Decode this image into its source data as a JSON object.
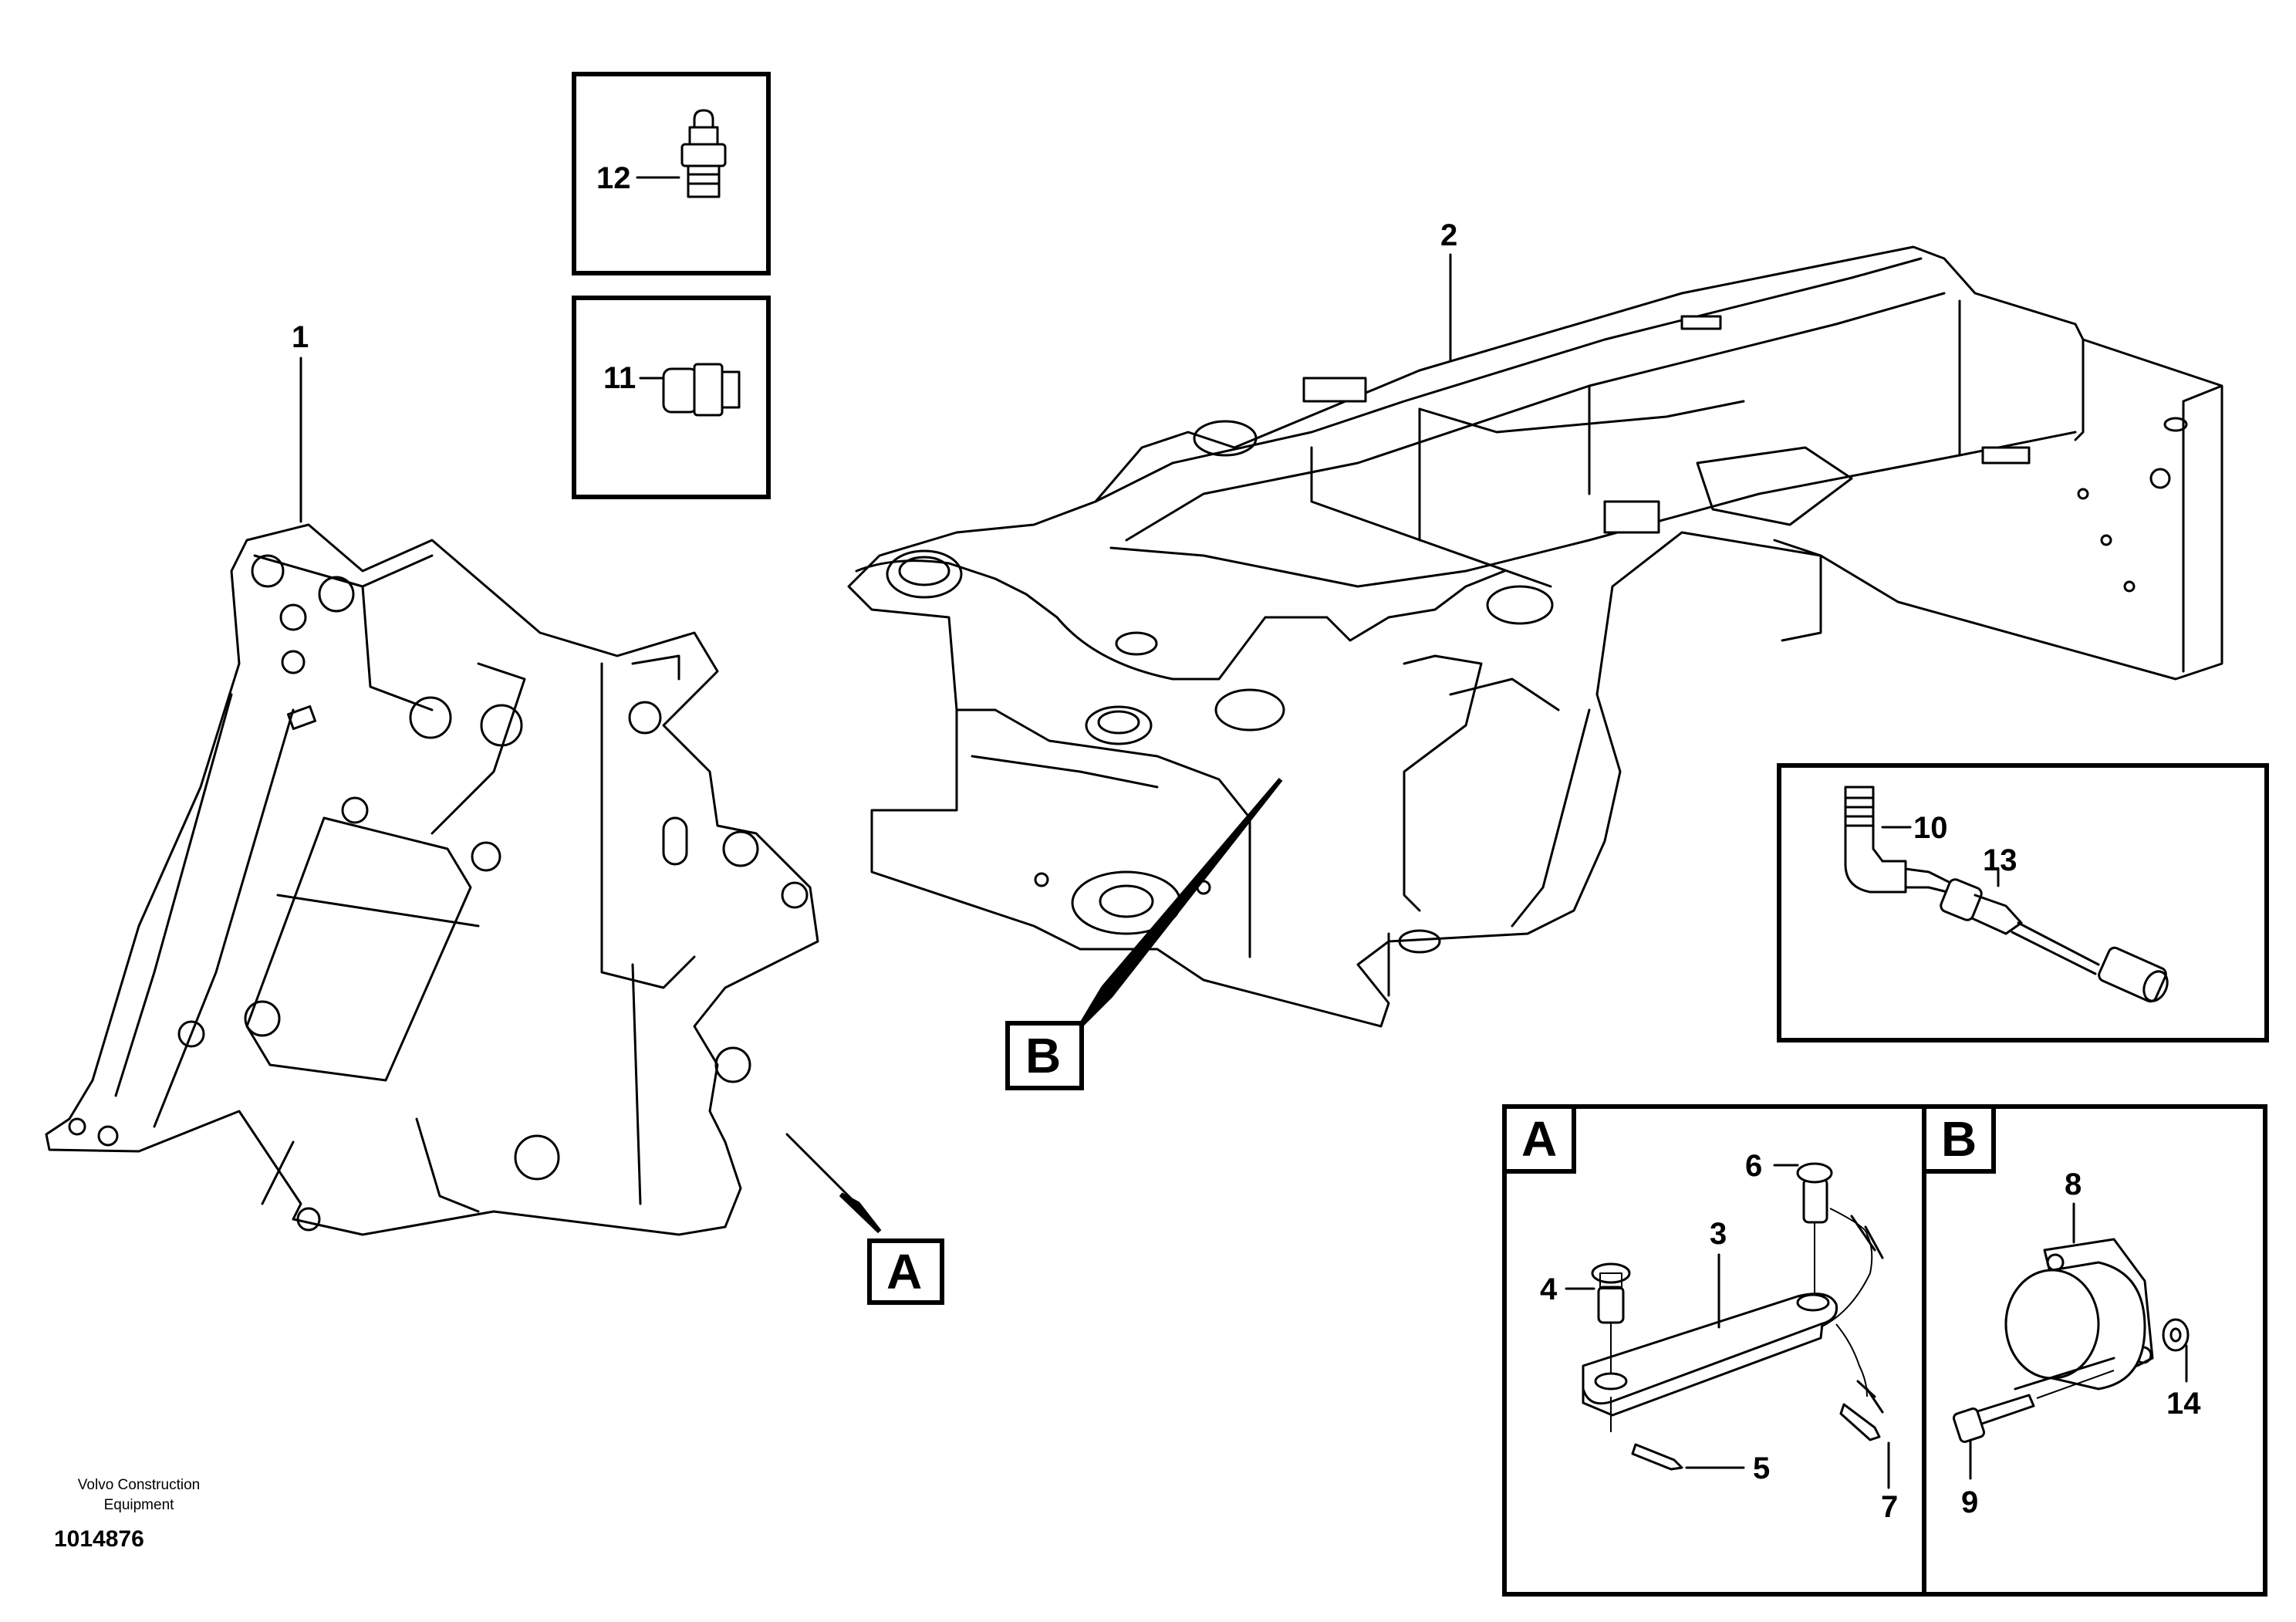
{
  "callouts": {
    "c1": "1",
    "c2": "2",
    "c3": "3",
    "c4": "4",
    "c5": "5",
    "c6": "6",
    "c7": "7",
    "c8": "8",
    "c9": "9",
    "c10": "10",
    "c11": "11",
    "c12": "12",
    "c13": "13",
    "c14": "14"
  },
  "section_labels": {
    "a": "A",
    "b": "B"
  },
  "footer": {
    "company_line1": "Volvo Construction",
    "company_line2": "Equipment",
    "catalog_number": "1014876"
  }
}
